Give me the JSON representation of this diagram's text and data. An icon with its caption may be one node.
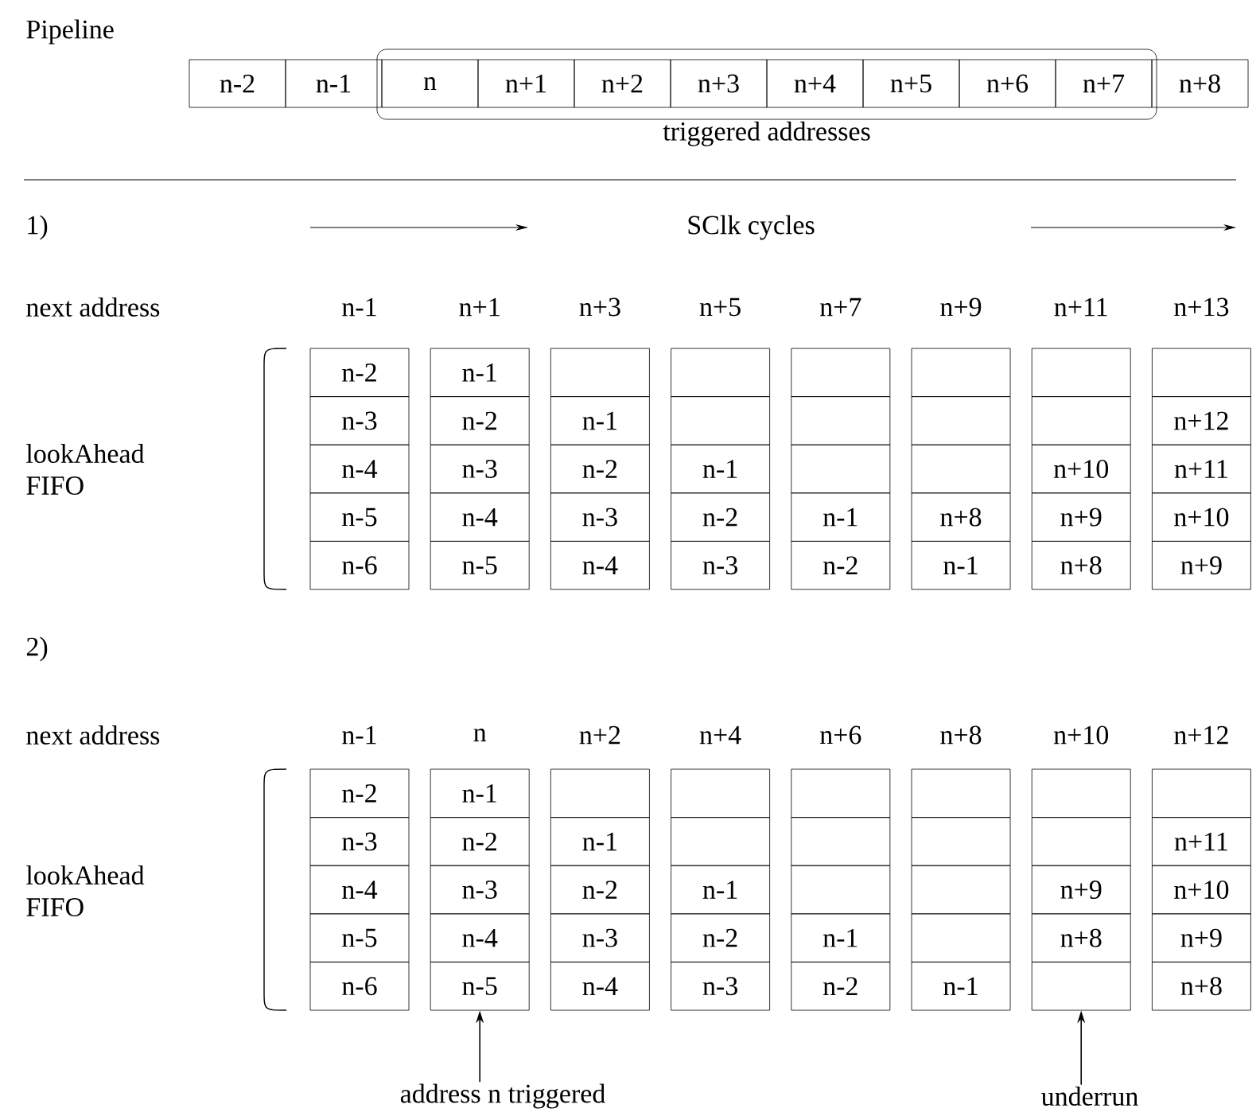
{
  "diagram": {
    "nodes": [
      {
        "text": [
          "n-2"
        ]
      },
      {
        "text": [
          "n-1"
        ]
      },
      {
        "text": [
          "triggered addresses"
        ]
      },
      {
        "text": [
          "n"
        ],
        "in": 2
      },
      {
        "text": [
          "n+1"
        ],
        "in": 2
      },
      {
        "text": [
          "n+2"
        ],
        "in": 2
      },
      {
        "text": [
          "n+3"
        ],
        "in": 2
      },
      {
        "text": [
          "n+4"
        ],
        "in": 2
      },
      {
        "text": [
          "n+5"
        ],
        "in": 2
      },
      {
        "text": [
          "n+6"
        ],
        "in": 2
      },
      {
        "text": [
          "n+7"
        ],
        "in": 2
      },
      {
        "text": [
          "n+8"
        ]
      },
      {
        "text": [
          "n-2"
        ]
      },
      {
        "text": [
          "n-1"
        ]
      },
      {
        "text": [],
        "shape": "box"
      },
      {
        "text": [],
        "shape": "box"
      },
      {
        "text": [],
        "shape": "box"
      },
      {
        "text": [],
        "shape": "box"
      },
      {
        "text": [],
        "shape": "box"
      },
      {
        "text": [],
        "shape": "box"
      },
      {
        "text": [
          "n-3"
        ]
      },
      {
        "text": [
          "n-2"
        ]
      },
      {
        "text": [
          "n-1"
        ]
      },
      {
        "text": [],
        "shape": "box"
      },
      {
        "text": [],
        "shape": "box"
      },
      {
        "text": [],
        "shape": "box"
      },
      {
        "text": [],
        "shape": "box"
      },
      {
        "text": [
          "n+12"
        ]
      },
      {
        "text": [
          "n-4"
        ]
      },
      {
        "text": [
          "n-3"
        ]
      },
      {
        "text": [
          "n-2"
        ]
      },
      {
        "text": [
          "n-1"
        ]
      },
      {
        "text": [],
        "shape": "box"
      },
      {
        "text": [],
        "shape": "box"
      },
      {
        "text": [
          "n+10"
        ]
      },
      {
        "text": [
          "n+11"
        ]
      },
      {
        "text": [
          "n-5"
        ]
      },
      {
        "text": [
          "n-4"
        ]
      },
      {
        "text": [
          "n-3"
        ]
      },
      {
        "text": [
          "n-2"
        ]
      },
      {
        "text": [
          "n-1"
        ]
      },
      {
        "text": [
          "n+8"
        ]
      },
      {
        "text": [
          "n+9"
        ]
      },
      {
        "text": [
          "n+10"
        ]
      },
      {
        "text": [
          "n-6"
        ]
      },
      {
        "text": [
          "n-5"
        ]
      },
      {
        "text": [
          "n-4"
        ]
      },
      {
        "text": [
          "n-3"
        ]
      },
      {
        "text": [
          "n-2"
        ]
      },
      {
        "text": [
          "n-1"
        ]
      },
      {
        "text": [
          "n+8"
        ]
      },
      {
        "text": [
          "n+9"
        ]
      },
      {
        "text": [
          "n-2"
        ]
      },
      {
        "text": [
          "n-1"
        ]
      },
      {
        "text": [],
        "shape": "box"
      },
      {
        "text": [],
        "shape": "box"
      },
      {
        "text": [],
        "shape": "box"
      },
      {
        "text": [],
        "shape": "box"
      },
      {
        "text": [],
        "shape": "box"
      },
      {
        "text": [],
        "shape": "box"
      },
      {
        "text": [
          "n-3"
        ]
      },
      {
        "text": [
          "n-2"
        ]
      },
      {
        "text": [
          "n-1"
        ]
      },
      {
        "text": [],
        "shape": "box"
      },
      {
        "text": [],
        "shape": "box"
      },
      {
        "text": [],
        "shape": "box"
      },
      {
        "text": [],
        "shape": "box"
      },
      {
        "text": [
          "n+11"
        ]
      },
      {
        "text": [
          "n-4"
        ]
      },
      {
        "text": [
          "n-3"
        ]
      },
      {
        "text": [
          "n-2"
        ]
      },
      {
        "text": [
          "n-1"
        ]
      },
      {
        "text": [],
        "shape": "box"
      },
      {
        "text": [],
        "shape": "box"
      },
      {
        "text": [
          "n+9"
        ]
      },
      {
        "text": [
          "n+10"
        ]
      },
      {
        "text": [
          "n-5"
        ]
      },
      {
        "text": [
          "n-4"
        ]
      },
      {
        "text": [
          "n-3"
        ]
      },
      {
        "text": [
          "n-2"
        ]
      },
      {
        "text": [
          "n-1"
        ]
      },
      {
        "text": [],
        "shape": "box"
      },
      {
        "text": [
          "n+8"
        ]
      },
      {
        "text": [
          "n+9"
        ]
      },
      {
        "text": [
          "n-6"
        ]
      },
      {
        "text": [
          "n-5"
        ]
      },
      {
        "text": [
          "n-4"
        ]
      },
      {
        "text": [
          "n-3"
        ]
      },
      {
        "text": [
          "n-2"
        ]
      },
      {
        "text": [
          "n-1"
        ]
      },
      {
        "text": [],
        "shape": "box"
      },
      {
        "text": [
          "n+8"
        ]
      },
      {
        "text": [
          "address n triggered"
        ]
      },
      {
        "text": [
          "underrun"
        ]
      }
    ],
    "edges": [
      {
        "from": 92,
        "to": 85,
        "arrow": "to"
      },
      {
        "from": 93,
        "to": 90,
        "arrow": "to"
      }
    ],
    "labels": [
      "Pipeline",
      "1)",
      "SClk cycles",
      "next address",
      "n-1",
      "n+1",
      "n+3",
      "n+5",
      "n+7",
      "n+9",
      "n+11",
      "n+13",
      "lookAhead FIFO",
      "2)",
      "next address",
      "n-1",
      "n",
      "n+2",
      "n+4",
      "n+6",
      "n+8",
      "n+10",
      "n+12",
      "lookAhead FIFO"
    ]
  }
}
